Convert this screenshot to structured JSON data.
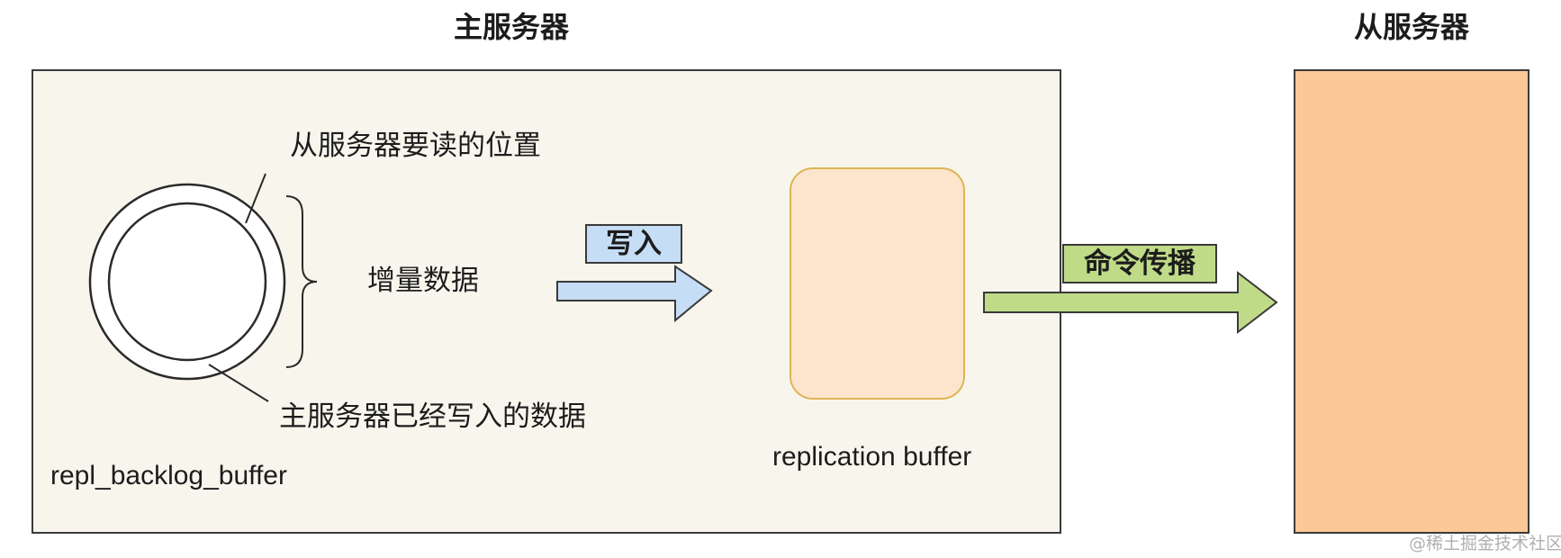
{
  "master": {
    "title": "主服务器",
    "backlog_label": "repl_backlog_buffer",
    "replication_buffer_label": "replication buffer",
    "annotation_slave_read_pos": "从服务器要读的位置",
    "annotation_incremental": "增量数据",
    "annotation_master_written": "主服务器已经写入的数据",
    "write_label": "写入"
  },
  "slave": {
    "title": "从服务器"
  },
  "propagation_label": "命令传播",
  "watermark": "@稀土掘金技术社区",
  "colors": {
    "master_bg": "#f8f6ec",
    "slave_bg": "#fcc897",
    "replication_buffer_bg": "#fde5cd",
    "replication_buffer_border": "#ddb455",
    "write_arrow": "#c6ddf6",
    "propagate_arrow": "#c0db88"
  }
}
